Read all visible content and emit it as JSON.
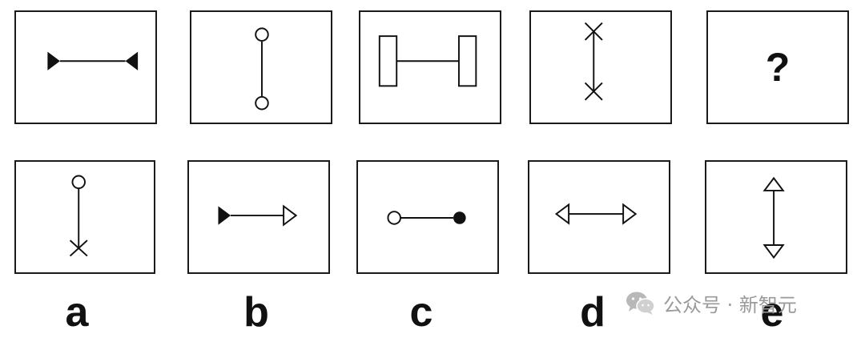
{
  "puzzle": {
    "top_row": [
      {
        "id": "t1",
        "symbol": "filled-triangles-horizontal"
      },
      {
        "id": "t2",
        "symbol": "circles-vertical"
      },
      {
        "id": "t3",
        "symbol": "rectangles-horizontal"
      },
      {
        "id": "t4",
        "symbol": "crosses-vertical"
      },
      {
        "id": "t5",
        "symbol": "question-mark",
        "text": "?"
      }
    ],
    "options": [
      {
        "label": "a",
        "symbol": "circle-cross-vertical"
      },
      {
        "label": "b",
        "symbol": "filled-triangle-open-triangle-horizontal"
      },
      {
        "label": "c",
        "symbol": "open-circle-filled-circle-horizontal"
      },
      {
        "label": "d",
        "symbol": "open-triangles-horizontal"
      },
      {
        "label": "e",
        "symbol": "open-triangles-vertical"
      }
    ]
  },
  "watermark": {
    "text": "公众号 · 新智元",
    "icon": "wechat-icon",
    "color": "#9a9a9a"
  }
}
